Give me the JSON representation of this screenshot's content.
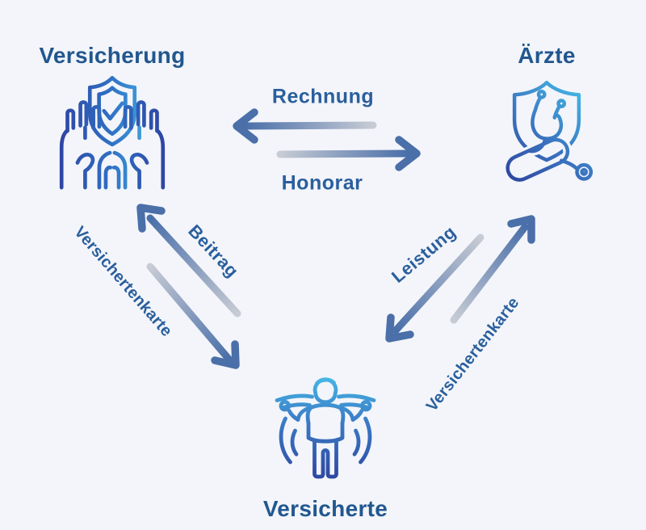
{
  "diagram": {
    "nodes": {
      "insurance": {
        "label": "Versicherung",
        "icon": "hands-holding-shield-check-icon"
      },
      "doctors": {
        "label": "Ärzte",
        "icon": "shield-stethoscope-icon"
      },
      "insured": {
        "label": "Versicherte",
        "icon": "protected-person-icon"
      }
    },
    "edges": [
      {
        "label": "Rechnung",
        "from": "doctors",
        "to": "insurance"
      },
      {
        "label": "Honorar",
        "from": "insurance",
        "to": "doctors"
      },
      {
        "label": "Beitrag",
        "from": "insured",
        "to": "insurance"
      },
      {
        "label": "Versichertenkarte",
        "from": "insurance",
        "to": "insured"
      },
      {
        "label": "Leistung",
        "from": "doctors",
        "to": "insured"
      },
      {
        "label": "Versichertenkarte",
        "from": "insured",
        "to": "doctors"
      }
    ],
    "colors": {
      "background": "#f3f5fa",
      "title_text": "#21578f",
      "edge_label_text": "#2a5f9d",
      "arrow_head_blue": "#4a6fa9",
      "arrow_tail_gray": "#c7cbd4",
      "icon_gradient_dark": "#2c3f9b",
      "icon_gradient_mid": "#3b77c4",
      "icon_gradient_light": "#48c4ec"
    }
  }
}
